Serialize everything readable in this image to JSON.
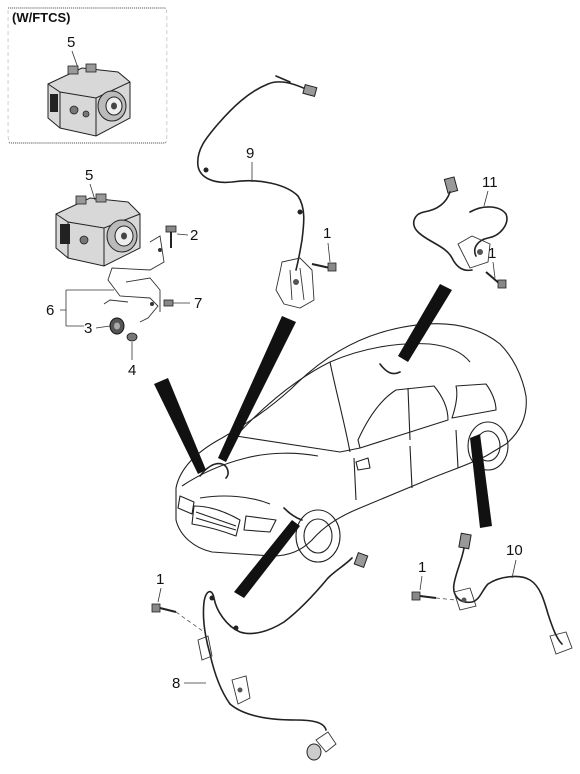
{
  "inset": {
    "title": "(W/FTCS)",
    "part_number": "5"
  },
  "callouts": {
    "c5": "5",
    "c2": "2",
    "c6": "6",
    "c7": "7",
    "c3": "3",
    "c4": "4",
    "c9": "9",
    "c1_front": "1",
    "c11": "11",
    "c1_rearR": "1",
    "c1_frontL": "1",
    "c8": "8",
    "c1_rearL": "1",
    "c10": "10"
  }
}
